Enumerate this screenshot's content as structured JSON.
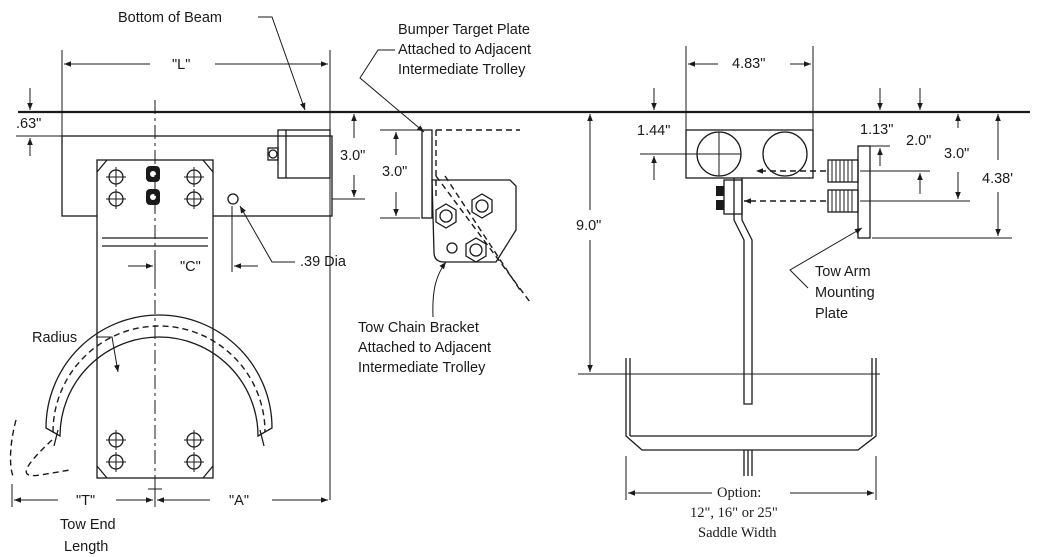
{
  "labels": {
    "bottom_of_beam": "Bottom of Beam",
    "bumper_1": "Bumper Target Plate",
    "bumper_2": "Attached to Adjacent",
    "bumper_3": "Intermediate Trolley",
    "dim_L": "\"L\"",
    "dim_063": ".63\"",
    "dim_30_a": "3.0\"",
    "dim_30_b": "3.0\"",
    "dim_C": "\"C\"",
    "dia_039": ".39  Dia",
    "radius": "Radius",
    "towchain_1": "Tow Chain Bracket",
    "towchain_2": "Attached to Adjacent",
    "towchain_3": "Intermediate Trolley",
    "dim_T": "\"T\"",
    "dim_A": "\"A\"",
    "tow_end_1": "Tow End",
    "tow_end_2": "Length",
    "dim_483": "4.83\"",
    "dim_144": "1.44\"",
    "dim_113": "1.13\"",
    "dim_20": "2.0\"",
    "dim_30_c": "3.0\"",
    "dim_438": "4.38'",
    "dim_90": "9.0\"",
    "towarm_1": "Tow Arm",
    "towarm_2": "Mounting",
    "towarm_3": "Plate",
    "option_1": "Option:",
    "option_2": "12\", 16\" or 25\"",
    "option_3": "Saddle Width"
  }
}
